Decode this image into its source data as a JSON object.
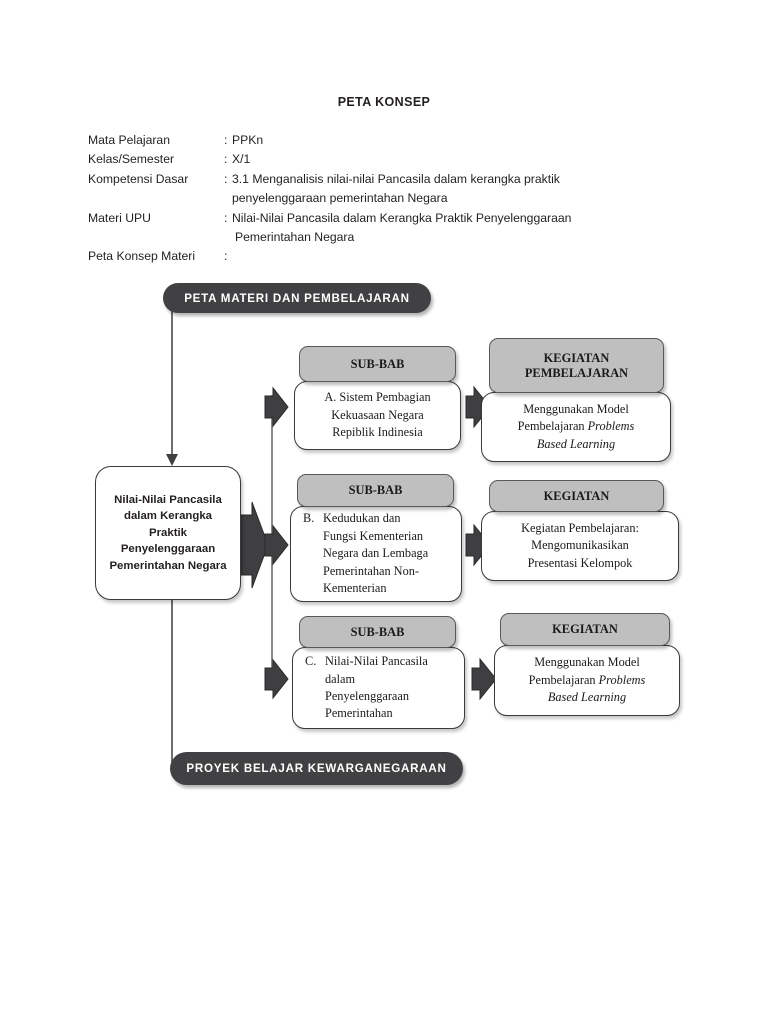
{
  "document": {
    "title": "PETA KONSEP",
    "meta": [
      {
        "label": "Mata Pelajaran",
        "colon": ":",
        "value": "PPKn",
        "continuation": ""
      },
      {
        "label": "Kelas/Semester",
        "colon": ":",
        "value": "X/1",
        "continuation": ""
      },
      {
        "label": "Kompetensi Dasar",
        "colon": ":",
        "value": "3.1 Menganalisis nilai-nilai Pancasila dalam kerangka praktik",
        "continuation": "penyelenggaraan pemerintahan Negara"
      },
      {
        "label": "Materi UPU",
        "colon": ":",
        "value": "Nilai-Nilai Pancasila dalam Kerangka Praktik Penyelenggaraan",
        "continuation": "Pemerintahan Negara"
      },
      {
        "label": "Peta Konsep Materi",
        "colon": ":",
        "value": "",
        "continuation": ""
      }
    ]
  },
  "diagram": {
    "banner_top": "PETA MATERI DAN PEMBELAJARAN",
    "banner_bottom": "PROYEK BELAJAR KEWARGANEGARAAN",
    "main_node": "Nilai-Nilai Pancasila dalam Kerangka Praktik Penyelenggaraan Pemerintahan Negara",
    "rows": [
      {
        "subbab": {
          "header": "SUB-BAB",
          "letter": "A.",
          "lines": [
            "A. Sistem Pembagian",
            "Kekuasaan Negara",
            "Repiblik Indinesia"
          ],
          "text": "A. Sistem Pembagian Kekuasaan Negara Repiblik Indinesia",
          "align": "center"
        },
        "kegiatan": {
          "header": "KEGIATAN PEMBELAJARAN",
          "header_line1": "KEGIATAN",
          "header_line2": "PEMBELAJARAN",
          "line1": "Menggunakan Model",
          "line2_plain": "Pembelajaran ",
          "line2_italic": "Problems",
          "line3_italic": "Based Learning"
        }
      },
      {
        "subbab": {
          "header": "SUB-BAB",
          "letter": "B.",
          "lines": [
            "Kedudukan dan",
            "Fungsi Kementerian",
            "Negara dan Lembaga",
            "Pemerintahan Non-",
            "Kementerian"
          ],
          "text": "B. Kedudukan dan Fungsi Kementerian Negara dan Lembaga Pemerintahan Non-Kementerian",
          "align": "left"
        },
        "kegiatan": {
          "header": "KEGIATAN",
          "header_line1": "KEGIATAN",
          "header_line2": "",
          "line1": "Kegiatan Pembelajaran:",
          "line2_plain": "Mengomunikasikan",
          "line2_italic": "",
          "line3_italic": "Presentasi Kelompok"
        }
      },
      {
        "subbab": {
          "header": "SUB-BAB",
          "letter": "C.",
          "lines": [
            "Nilai-Nilai Pancasila",
            "dalam",
            "Penyelenggaraan",
            "Pemerintahan"
          ],
          "text": "C. Nilai-Nilai Pancasila dalam Penyelenggaraan Pemerintahan",
          "align": "left"
        },
        "kegiatan": {
          "header": "KEGIATAN",
          "header_line1": "KEGIATAN",
          "header_line2": "",
          "line1": "Menggunakan Model",
          "line2_plain": "Pembelajaran ",
          "line2_italic": "Problems",
          "line3_italic": "Based Learning"
        }
      }
    ],
    "colors": {
      "banner_fill": "#414042",
      "banner_text": "#ffffff",
      "header_fill": "#bfbfbf",
      "header_border": "#595959",
      "box_border": "#3a3a3a",
      "box_fill": "#ffffff",
      "arrow_fill": "#3f3f42",
      "connector_line": "#6e6e6e",
      "text": "#1a1a1a"
    }
  }
}
